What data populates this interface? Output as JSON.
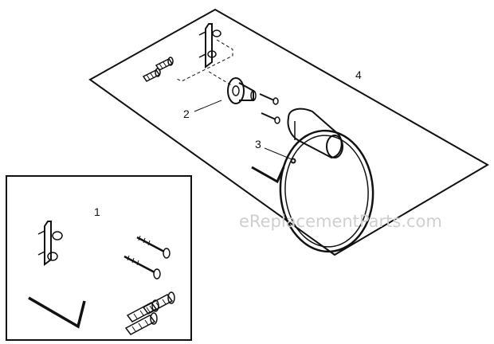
{
  "diagram": {
    "callouts": {
      "kit": "1",
      "mount_post": "2",
      "set_screw": "3",
      "wall": "4"
    },
    "watermark": "eReplacementParts.com"
  },
  "colors": {
    "line": "#111111",
    "watermark": "#cfcfcf",
    "background": "#ffffff"
  }
}
